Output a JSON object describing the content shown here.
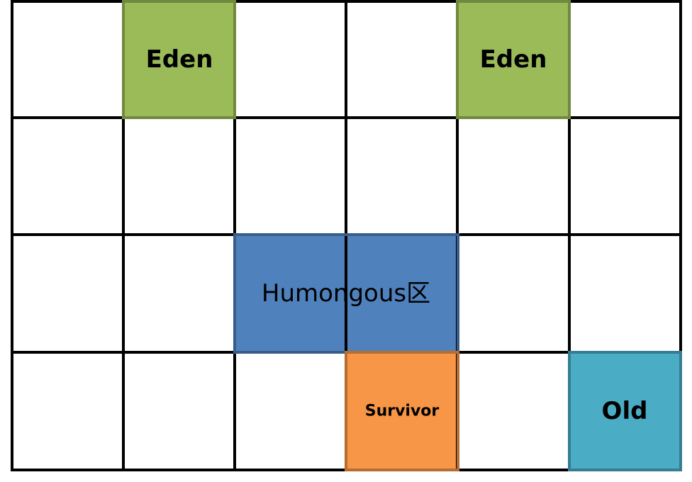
{
  "diagram": {
    "grid": {
      "rows": 4,
      "cols": 6
    },
    "regions": {
      "eden_1": {
        "label": "Eden",
        "fill": "#9bbb59",
        "stroke": "#71893f"
      },
      "eden_2": {
        "label": "Eden",
        "fill": "#9bbb59",
        "stroke": "#71893f"
      },
      "humongous": {
        "label": "Humongous区",
        "fill": "#4f81bd",
        "stroke": "#385d8a"
      },
      "survivor": {
        "label": "Survivor",
        "fill": "#f79646",
        "stroke": "#b66d31"
      },
      "old": {
        "label": "Old",
        "fill": "#4bacc6",
        "stroke": "#357d91"
      }
    }
  }
}
